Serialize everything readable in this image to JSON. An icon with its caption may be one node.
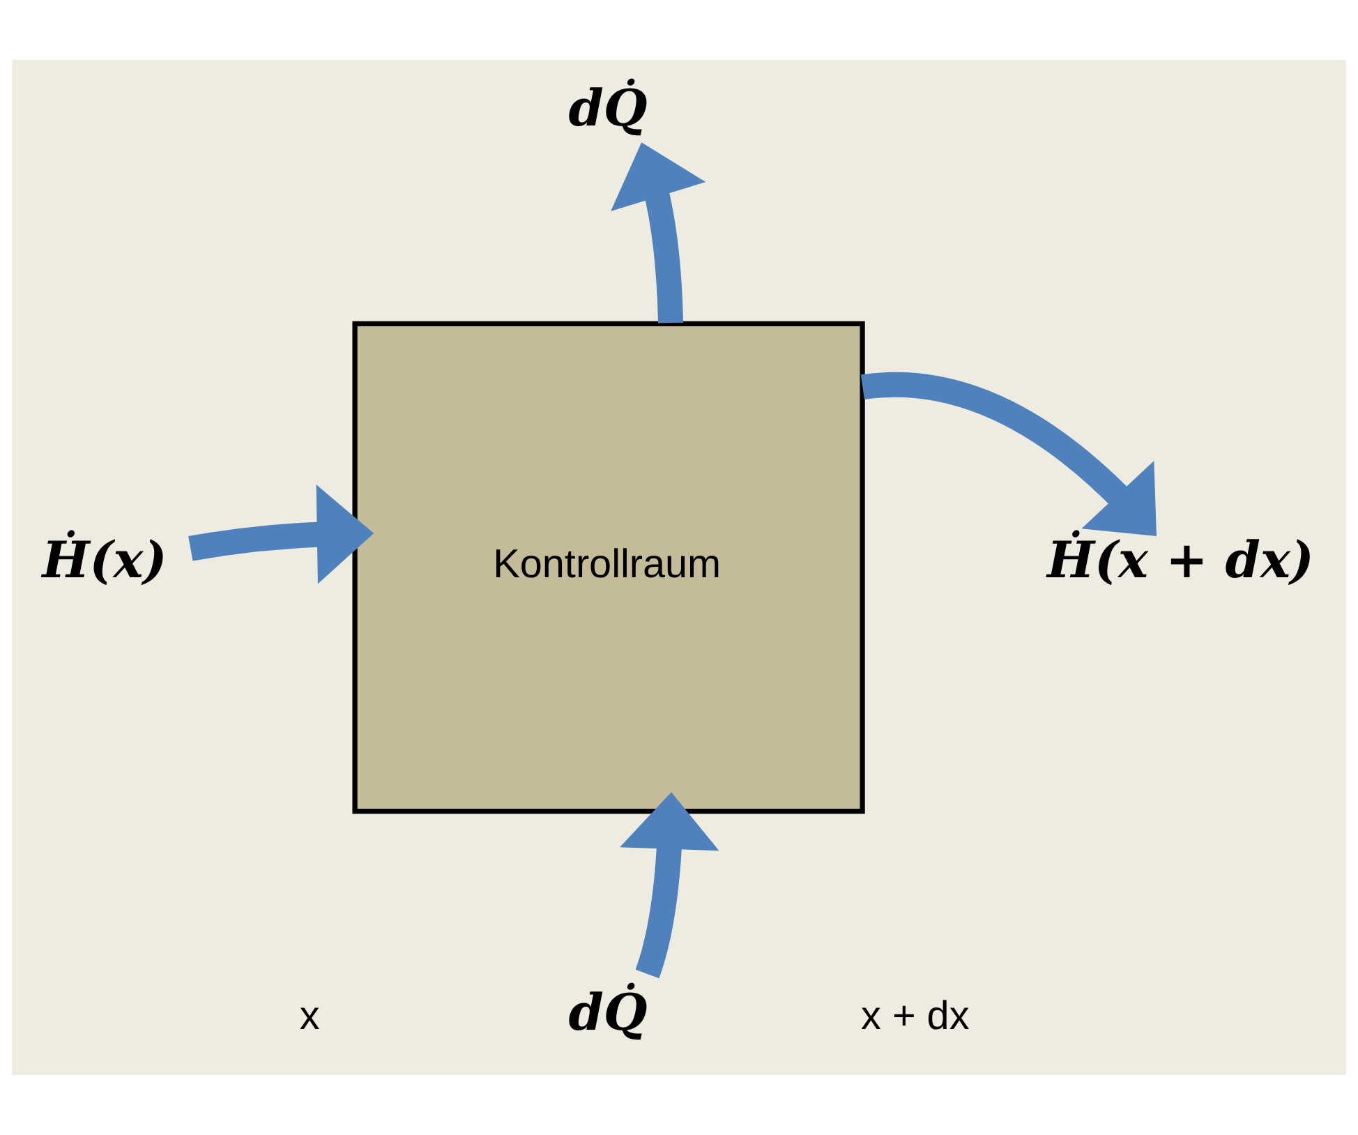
{
  "diagram": {
    "nodes": [
      {
        "text": [
          "dQ̇"
        ]
      },
      {
        "text": [
          "Ḣ(x)"
        ]
      },
      {
        "text": [
          "Kontrollraum"
        ]
      },
      {
        "text": [
          "Ḣ(x + dx)"
        ]
      },
      {
        "text": [
          "dQ̇"
        ]
      }
    ],
    "edges": [
      {
        "from": 1,
        "to": 2,
        "arrow": "to"
      },
      {
        "from": 2,
        "to": 3,
        "arrow": "to"
      },
      {
        "from": 2,
        "to": 0,
        "arrow": "to"
      },
      {
        "from": 4,
        "to": 2,
        "arrow": "to"
      }
    ],
    "labels": [
      "x",
      "x + dx"
    ]
  }
}
